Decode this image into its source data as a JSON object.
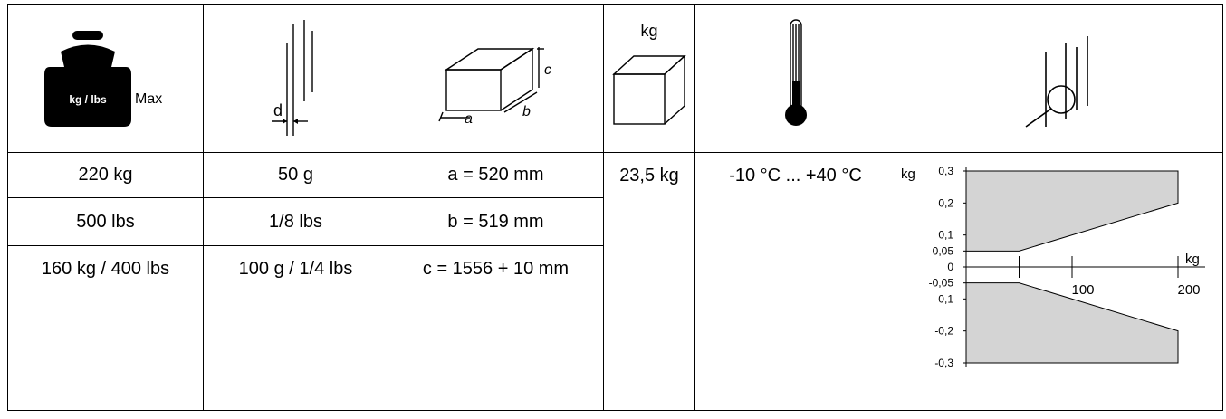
{
  "icons": {
    "capacity_label": "kg / lbs",
    "capacity_suffix": "Max",
    "division_label": "d",
    "dim_a": "a",
    "dim_b": "b",
    "dim_c": "c",
    "weight_label": "kg"
  },
  "rows": [
    [
      "220 kg",
      "50 g",
      "a = 520 mm"
    ],
    [
      "500 lbs",
      "1/8 lbs",
      "b = 519 mm"
    ],
    [
      "160 kg / 400 lbs",
      "100 g / 1/4 lbs",
      "c = 1556 + 10 mm"
    ]
  ],
  "net_weight": "23,5 kg",
  "temperature": "-10 °C ... +40 °C",
  "colors": {
    "fill": "#d4d4d4",
    "line": "#000000"
  },
  "chart_data": {
    "type": "area",
    "ylabel": "kg",
    "xlabel": "kg",
    "x_ticks": [
      "100",
      "200"
    ],
    "y_tick_labels": [
      "0,3",
      "0,2",
      "0,1",
      "0,05",
      "0",
      "-0,05",
      "-0,1",
      "-0,2",
      "-0,3"
    ],
    "y_ticks": [
      0.3,
      0.2,
      0.1,
      0.05,
      0,
      -0.05,
      -0.1,
      -0.2,
      -0.3
    ],
    "xlim": [
      0,
      200
    ],
    "series": [
      {
        "x": [
          0,
          50,
          200
        ],
        "upper": [
          0.3,
          0.3,
          0.3
        ],
        "lower": [
          0.05,
          0.05,
          0.2
        ]
      },
      {
        "x": [
          0,
          50,
          200
        ],
        "upper": [
          -0.05,
          -0.05,
          -0.2
        ],
        "lower": [
          -0.3,
          -0.3,
          -0.3
        ]
      }
    ]
  }
}
